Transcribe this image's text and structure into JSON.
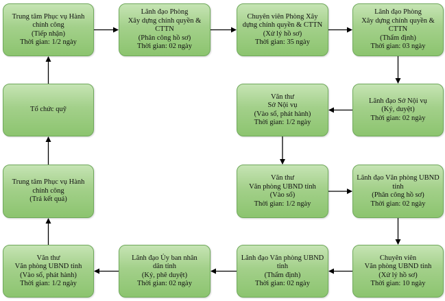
{
  "diagram": {
    "nodes": {
      "n1": {
        "lines": [
          "Trung tâm Phục vụ Hành",
          "chính công",
          "(Tiếp nhận)",
          "Thời gian: 1/2 ngày"
        ]
      },
      "n2": {
        "lines": [
          "Lãnh đạo Phòng",
          "Xây dựng chính quyền &",
          "CTTN",
          "(Phân công hồ sơ)",
          "Thời gian: 02 ngày"
        ]
      },
      "n3": {
        "lines": [
          "Chuyên viên Phòng Xây",
          "dựng chính quyền & CTTN",
          "(Xử lý hồ sơ)",
          "Thời gian: 35 ngày"
        ]
      },
      "n4": {
        "lines": [
          "Lãnh đạo Phòng",
          "Xây dựng chính quyền &",
          "CTTN",
          "(Thẩm định)",
          "Thời gian: 03 ngày"
        ]
      },
      "n5": {
        "lines": [
          "Lãnh đạo Sở Nội vụ",
          "(Ký, duyệt)",
          "Thời gian: 02 ngày"
        ]
      },
      "n6": {
        "lines": [
          "Văn thư",
          "Sở Nội vụ",
          "(Vào sổ, phát hành)",
          "Thời gian: 1/2 ngày"
        ]
      },
      "n7": {
        "lines": [
          "Văn thư",
          "Văn phòng UBND tỉnh",
          "(Vào sổ)",
          "Thời gian: 1/2 ngày"
        ]
      },
      "n8": {
        "lines": [
          "Lãnh đạo Văn phòng UBND",
          "tỉnh",
          "(Phân công hồ sơ)",
          "Thời gian: 02 ngày"
        ]
      },
      "n9": {
        "lines": [
          "Chuyên viên",
          "Văn phòng UBND tỉnh",
          "(Xử lý hồ sơ)",
          "Thời gian: 10 ngày"
        ]
      },
      "n10": {
        "lines": [
          "Lãnh đạo Văn phòng UBND",
          "tỉnh",
          "(Thẩm định)",
          "Thời gian: 02 ngày"
        ]
      },
      "n11": {
        "lines": [
          "Lãnh đạo Ủy ban nhân",
          "dân tỉnh",
          "(Ký, phê duyệt)",
          "Thời gian: 02 ngày"
        ]
      },
      "n12": {
        "lines": [
          "Văn thư",
          "Văn phòng UBND tỉnh",
          "(Vào sổ, phát hành)",
          "Thời gian: 1/2 ngày"
        ]
      },
      "n13": {
        "lines": [
          "Trung tâm Phục vụ Hành",
          "chính công",
          "(Trả kết quả)"
        ]
      },
      "n14": {
        "lines": [
          "Tổ chức quỹ"
        ]
      }
    },
    "edges": [
      [
        "n1",
        "n2"
      ],
      [
        "n2",
        "n3"
      ],
      [
        "n3",
        "n4"
      ],
      [
        "n4",
        "n5"
      ],
      [
        "n5",
        "n6"
      ],
      [
        "n6",
        "n7"
      ],
      [
        "n7",
        "n8"
      ],
      [
        "n8",
        "n9"
      ],
      [
        "n9",
        "n10"
      ],
      [
        "n10",
        "n11"
      ],
      [
        "n11",
        "n12"
      ],
      [
        "n12",
        "n13"
      ],
      [
        "n13",
        "n14"
      ],
      [
        "n14",
        "n1"
      ]
    ],
    "colors": {
      "node_fill": "#a3d08a",
      "node_border": "#6ea85a",
      "arrow": "#000000"
    }
  }
}
